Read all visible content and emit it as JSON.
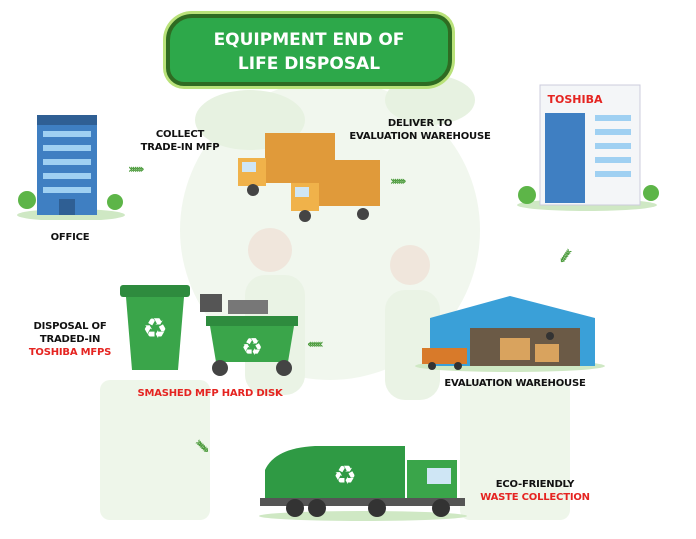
{
  "title": {
    "line1": "EQUIPMENT END OF",
    "line2": "LIFE DISPOSAL"
  },
  "steps": {
    "office": "OFFICE",
    "collect": {
      "line1": "COLLECT",
      "line2": "TRADE-IN MFP"
    },
    "deliver": {
      "line1": "DELIVER TO",
      "line2": "EVALUATION WAREHOUSE"
    },
    "toshiba_sign": "TOSHIBA",
    "warehouse": "EVALUATION WAREHOUSE",
    "disposal": {
      "line1": "DISPOSAL OF",
      "line2": "TRADED-IN",
      "line3": "TOSHIBA MFPS"
    },
    "smashed": "SMASHED MFP HARD DISK",
    "eco": {
      "line1": "ECO-FRIENDLY",
      "line2": "WASTE COLLECTION"
    }
  },
  "arrow_glyph": "›››››››",
  "colors": {
    "green": "#2da84a",
    "dark_green": "#2f6b22",
    "red": "#e52421"
  }
}
